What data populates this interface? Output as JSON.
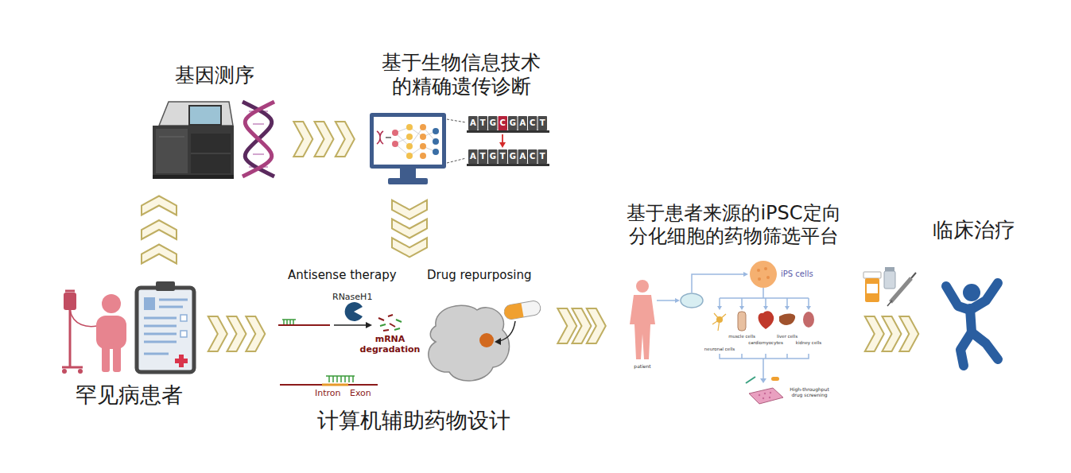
{
  "diagram": {
    "nodes": [
      {
        "text": [
          "罕见病患者"
        ]
      },
      {
        "text": [
          "基因测序"
        ]
      },
      {
        "text": [
          "基于生物信息技术 的精确遗传诊断"
        ]
      },
      {
        "text": [
          "计算机辅助药物设计"
        ]
      },
      {
        "text": [
          "基于患者来源的iPSC定向 分化细胞的药物筛选平台"
        ]
      },
      {
        "text": [
          "临床治疗"
        ]
      }
    ],
    "edges": [
      {
        "from": 0,
        "to": 1,
        "arrow": "to"
      },
      {
        "from": 1,
        "to": 2,
        "arrow": "to"
      },
      {
        "from": 2,
        "to": 3,
        "arrow": "to"
      },
      {
        "from": 0,
        "to": 3,
        "arrow": "to"
      },
      {
        "from": 3,
        "to": 4,
        "arrow": "to"
      },
      {
        "from": 4,
        "to": 5,
        "arrow": "to"
      }
    ],
    "labels": [
      "Antisense therapy",
      "Drug repurposing",
      "RNaseH1",
      "mRNA degradation",
      "Intron",
      "Exon",
      "patient",
      "iPS cells",
      "neuronal cells",
      "muscle cells",
      "cardiomyocytes",
      "liver cells",
      "kidney cells",
      "High-throughput drug screening",
      "A",
      "T",
      "G",
      "C",
      "G",
      "A",
      "C",
      "T",
      "A",
      "T",
      "G",
      "T",
      "G",
      "A",
      "C",
      "T"
    ]
  }
}
